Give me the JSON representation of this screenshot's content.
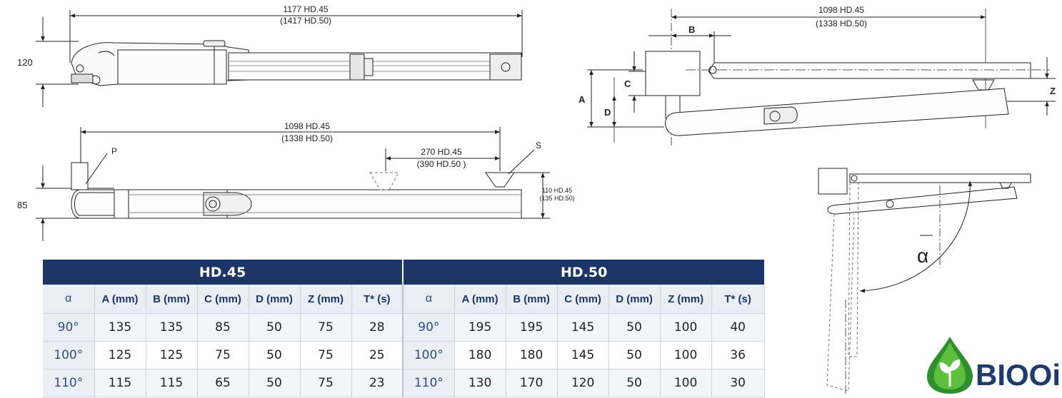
{
  "drawings": {
    "top_view": {
      "overall_length": "1177 HD.45",
      "overall_length_alt": "(1417 HD.50)",
      "height": "120"
    },
    "side_view": {
      "length": "1098 HD.45",
      "length_alt": "(1338 HD.50)",
      "label_p": "P",
      "label_s": "S",
      "offset": "270 HD.45",
      "offset_alt": "(390 HD.50 )",
      "height": "85",
      "bracket": "110 HD.45",
      "bracket_alt": "(135 HD.50)"
    },
    "install_view": {
      "length": "1098 HD.45",
      "length_alt": "(1338 HD.50)",
      "label_a": "A",
      "label_b": "B",
      "label_c": "C",
      "label_d": "D",
      "label_z": "Z"
    },
    "angle_view": {
      "alpha": "α"
    }
  },
  "table": {
    "groups": [
      {
        "title": "HD.45",
        "columns": [
          "α",
          "A (mm)",
          "B (mm)",
          "C (mm)",
          "D (mm)",
          "Z (mm)",
          "T* (s)"
        ],
        "rows": [
          [
            "90°",
            "135",
            "135",
            "85",
            "50",
            "75",
            "28"
          ],
          [
            "100°",
            "125",
            "125",
            "75",
            "50",
            "75",
            "25"
          ],
          [
            "110°",
            "115",
            "115",
            "65",
            "50",
            "75",
            "23"
          ]
        ]
      },
      {
        "title": "HD.50",
        "columns": [
          "α",
          "A (mm)",
          "B (mm)",
          "C (mm)",
          "D (mm)",
          "Z (mm)",
          "T* (s)"
        ],
        "rows": [
          [
            "90°",
            "195",
            "195",
            "145",
            "50",
            "100",
            "40"
          ],
          [
            "100°",
            "180",
            "180",
            "145",
            "50",
            "100",
            "36"
          ],
          [
            "110°",
            "130",
            "170",
            "120",
            "50",
            "100",
            "30"
          ]
        ]
      }
    ]
  },
  "logo": {
    "text": "BIOOil",
    "colors": {
      "brand": "#1e3b6e",
      "leaf": "#4caf3a",
      "drop": "#2f8f2f"
    }
  }
}
